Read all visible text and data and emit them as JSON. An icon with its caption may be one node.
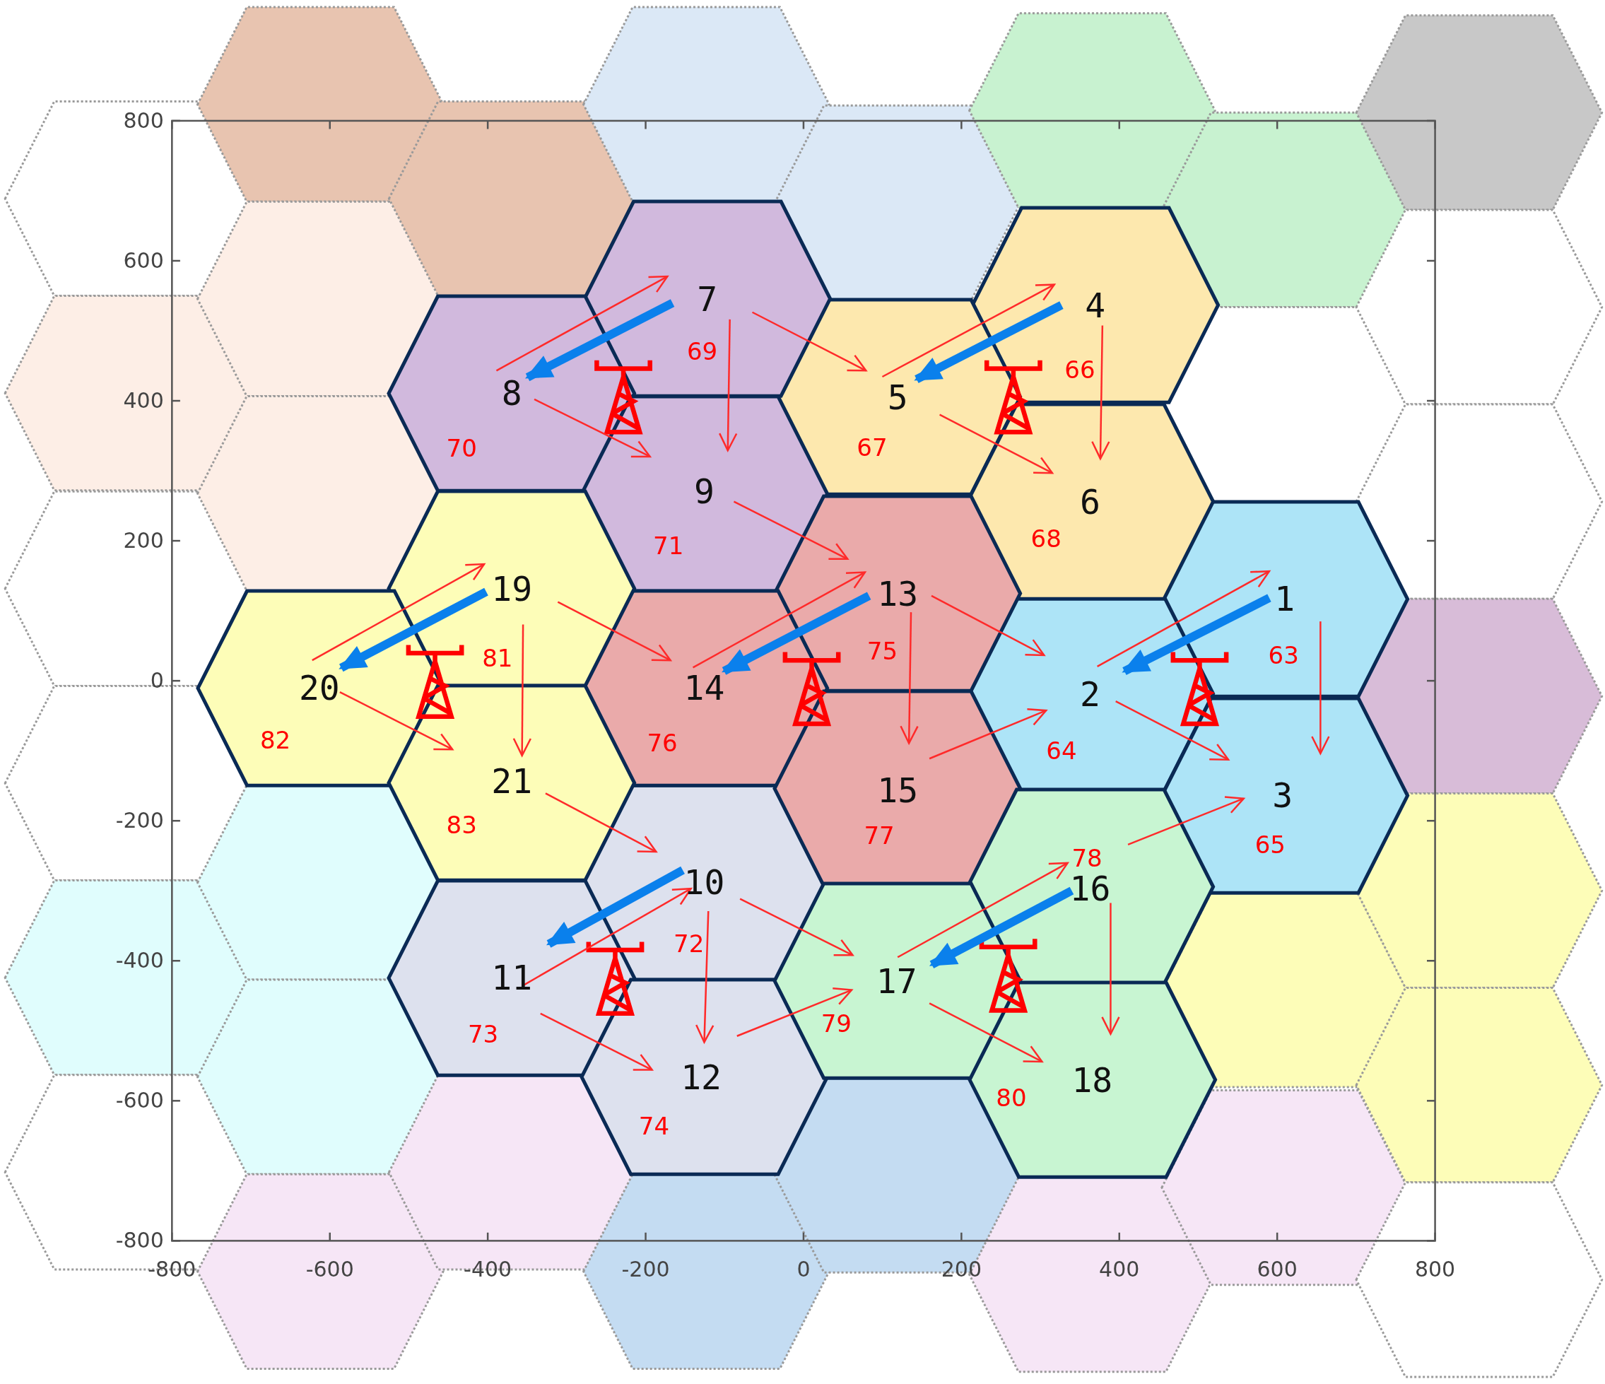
{
  "diagram": {
    "nodes": [
      {
        "text": [
          "1",
          "63"
        ]
      },
      {
        "text": [
          "2",
          "64"
        ]
      },
      {
        "text": [
          "3",
          "65"
        ]
      },
      {
        "text": [
          "4",
          "66"
        ]
      },
      {
        "text": [
          "5",
          "67"
        ]
      },
      {
        "text": [
          "6",
          "68"
        ]
      },
      {
        "text": [
          "7",
          "69"
        ]
      },
      {
        "text": [
          "8",
          "70"
        ]
      },
      {
        "text": [
          "9",
          "71"
        ]
      },
      {
        "text": [
          "10",
          "72"
        ]
      },
      {
        "text": [
          "11",
          "73"
        ]
      },
      {
        "text": [
          "12",
          "74"
        ]
      },
      {
        "text": [
          "13",
          "75"
        ]
      },
      {
        "text": [
          "14",
          "76"
        ]
      },
      {
        "text": [
          "15",
          "77"
        ]
      },
      {
        "text": [
          "78",
          "16"
        ]
      },
      {
        "text": [
          "17",
          "79"
        ]
      },
      {
        "text": [
          "18",
          "80"
        ]
      },
      {
        "text": [
          "19",
          "81"
        ]
      },
      {
        "text": [
          "20",
          "82"
        ]
      },
      {
        "text": [
          "21",
          "83"
        ]
      }
    ],
    "edges": [
      {
        "from": 7,
        "to": 6,
        "arrow": "to"
      },
      {
        "from": 6,
        "to": 8,
        "arrow": "to"
      },
      {
        "from": 7,
        "to": 8,
        "arrow": "to"
      },
      {
        "from": 6,
        "to": 4,
        "arrow": "to"
      },
      {
        "from": 8,
        "to": 12,
        "arrow": "to"
      },
      {
        "from": 4,
        "to": 3,
        "arrow": "to"
      },
      {
        "from": 3,
        "to": 5,
        "arrow": "to"
      },
      {
        "from": 4,
        "to": 5,
        "arrow": "to"
      },
      {
        "from": 13,
        "to": 12,
        "arrow": "to"
      },
      {
        "from": 12,
        "to": 14,
        "arrow": "to"
      },
      {
        "from": 18,
        "to": 13,
        "arrow": "to"
      },
      {
        "from": 12,
        "to": 1,
        "arrow": "to"
      },
      {
        "from": 14,
        "to": 1,
        "arrow": "to"
      },
      {
        "from": 1,
        "to": 0,
        "arrow": "to"
      },
      {
        "from": 0,
        "to": 2,
        "arrow": "to"
      },
      {
        "from": 1,
        "to": 2,
        "arrow": "to"
      },
      {
        "from": 19,
        "to": 18,
        "arrow": "to"
      },
      {
        "from": 18,
        "to": 20,
        "arrow": "to"
      },
      {
        "from": 19,
        "to": 20,
        "arrow": "to"
      },
      {
        "from": 20,
        "to": 9,
        "arrow": "to"
      },
      {
        "from": 10,
        "to": 9,
        "arrow": "to"
      },
      {
        "from": 9,
        "to": 11,
        "arrow": "to"
      },
      {
        "from": 10,
        "to": 11,
        "arrow": "to"
      },
      {
        "from": 9,
        "to": 16,
        "arrow": "to"
      },
      {
        "from": 11,
        "to": 16,
        "arrow": "to"
      },
      {
        "from": 16,
        "to": 15,
        "arrow": "to"
      },
      {
        "from": 15,
        "to": 17,
        "arrow": "to"
      },
      {
        "from": 16,
        "to": 17,
        "arrow": "to"
      },
      {
        "from": 15,
        "to": 2,
        "arrow": "to"
      },
      {
        "from": 0,
        "to": 1,
        "arrow": "to",
        "style": "thick",
        "color": "#0a80ec"
      },
      {
        "from": 3,
        "to": 4,
        "arrow": "to",
        "style": "thick",
        "color": "#0a80ec"
      },
      {
        "from": 6,
        "to": 7,
        "arrow": "to",
        "style": "thick",
        "color": "#0a80ec"
      },
      {
        "from": 12,
        "to": 13,
        "arrow": "to",
        "style": "thick",
        "color": "#0a80ec"
      },
      {
        "from": 18,
        "to": 19,
        "arrow": "to",
        "style": "thick",
        "color": "#0a80ec"
      },
      {
        "from": 9,
        "to": 10,
        "arrow": "to",
        "style": "thick",
        "color": "#0a80ec"
      },
      {
        "from": 15,
        "to": 16,
        "arrow": "to",
        "style": "thick",
        "color": "#0a80ec"
      }
    ],
    "labels": [
      "800",
      "600",
      "400",
      "200",
      "0",
      "-200",
      "-400",
      "-600",
      "-800",
      "-800",
      "-600",
      "-400",
      "-200",
      "0",
      "200",
      "400",
      "600",
      "800"
    ]
  }
}
